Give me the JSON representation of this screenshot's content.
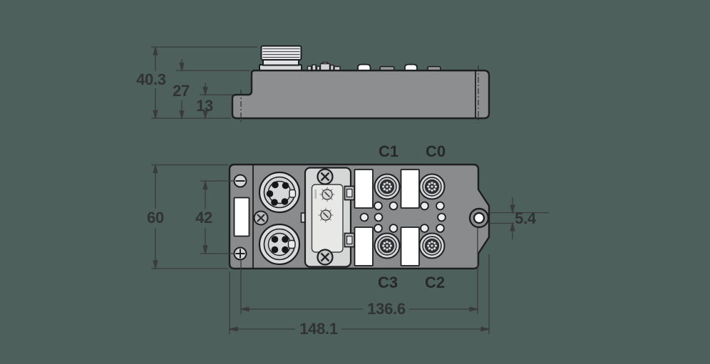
{
  "drawing_type": "dimensional-drawing",
  "connector_labels": {
    "c1": "C1",
    "c0": "C0",
    "c3": "C3",
    "c2": "C2"
  },
  "dimensions": {
    "overall_height": "40.3",
    "housing_height": "27",
    "base_height": "13",
    "front_height": "60",
    "mounting_screw_spacing": "42",
    "mounting_hole_diameter": "5.4",
    "mounting_hole_spacing": "136.6",
    "overall_length": "148.1"
  },
  "colors": {
    "background": "#4e605b",
    "housing_gray": "#8a8c8e",
    "outline": "#1d1e1f",
    "dimension_line": "#3a3b3d",
    "label_white": "#ffffff",
    "connector_face_dark": "#303134"
  }
}
